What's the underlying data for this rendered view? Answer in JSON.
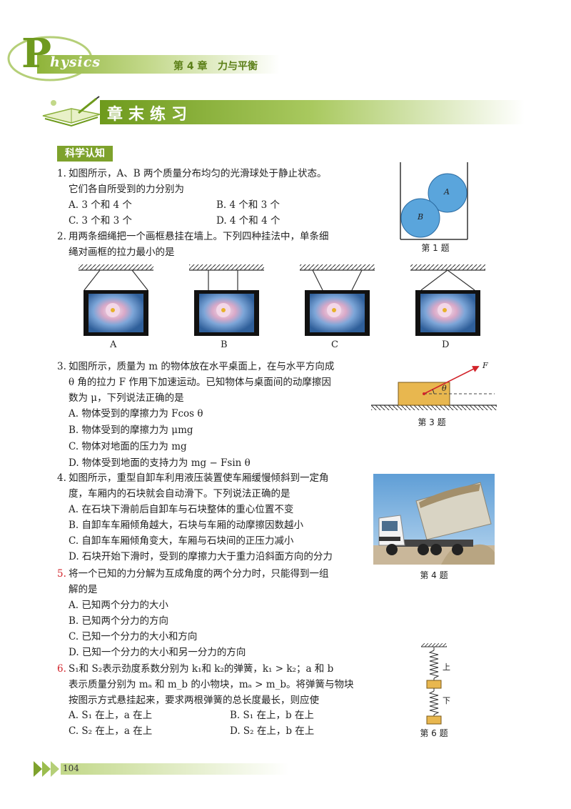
{
  "header": {
    "logo_letter": "P",
    "logo_rest": "hysics",
    "chapter": "第 4 章",
    "chapter_title": "力与平衡"
  },
  "banner": {
    "title": "章末练习"
  },
  "section": {
    "title": "科学认知"
  },
  "questions": {
    "q1": {
      "num": "1.",
      "line1": "如图所示，A、B 两个质量分布均匀的光滑球处于静止状态。",
      "line2": "它们各自所受到的力分别为",
      "options": [
        "A. 3 个和 4 个",
        "B. 4 个和 3 个",
        "C. 3 个和 3 个",
        "D. 4 个和 4 个"
      ],
      "figure_caption": "第 1 题",
      "ball_a": "A",
      "ball_b": "B"
    },
    "q2": {
      "num": "2.",
      "line1": "用两条细绳把一个画框悬挂在墙上。下列四种挂法中，单条细",
      "line2": "绳对画框的拉力最小的是",
      "labels": [
        "A",
        "B",
        "C",
        "D"
      ]
    },
    "q3": {
      "num": "3.",
      "line1": "如图所示，质量为 m 的物体放在水平桌面上，在与水平方向成",
      "line2": "θ 角的拉力 F 作用下加速运动。已知物体与桌面间的动摩擦因",
      "line3": "数为 μ，下列说法正确的是",
      "options": [
        "A. 物体受到的摩擦力为 Fcos θ",
        "B. 物体受到的摩擦力为 μmg",
        "C. 物体对地面的压力为 mg",
        "D. 物体受到地面的支持力为 mg − Fsin θ"
      ],
      "figure_caption": "第 3 题",
      "force_label": "F",
      "angle_label": "θ"
    },
    "q4": {
      "num": "4.",
      "line1": "如图所示，重型自卸车利用液压装置使车厢缓慢倾斜到一定角",
      "line2": "度，车厢内的石块就会自动滑下。下列说法正确的是",
      "options": [
        "A. 在石块下滑前后自卸车与石块整体的重心位置不变",
        "B. 自卸车车厢倾角越大，石块与车厢的动摩擦因数越小",
        "C. 自卸车车厢倾角变大，车厢与石块间的正压力减小",
        "D. 石块开始下滑时，受到的摩擦力大于重力沿斜面方向的分力"
      ],
      "figure_caption": "第 4 题"
    },
    "q5": {
      "num": "5.",
      "line1": "将一个已知的力分解为互成角度的两个分力时，只能得到一组",
      "line2": "解的是",
      "options": [
        "A. 已知两个分力的大小",
        "B. 已知两个分力的方向",
        "C. 已知一个分力的大小和方向",
        "D. 已知一个分力的大小和另一分力的方向"
      ]
    },
    "q6": {
      "num": "6.",
      "line1": "S₁和 S₂表示劲度系数分别为 k₁和 k₂的弹簧，k₁ > k₂；a 和 b",
      "line2": "表示质量分别为 mₐ 和 m_b 的小物块，mₐ > m_b。将弹簧与物块",
      "line3": "按图示方式悬挂起来，要求两根弹簧的总长度最长，则应使",
      "options": [
        "A. S₁ 在上，a 在上",
        "B. S₁ 在上，b 在上",
        "C. S₂ 在上，a 在上",
        "D. S₂ 在上，b 在上"
      ],
      "figure_caption": "第 6 题",
      "top_label": "上",
      "bottom_label": "下"
    }
  },
  "footer": {
    "page_number": "104"
  }
}
